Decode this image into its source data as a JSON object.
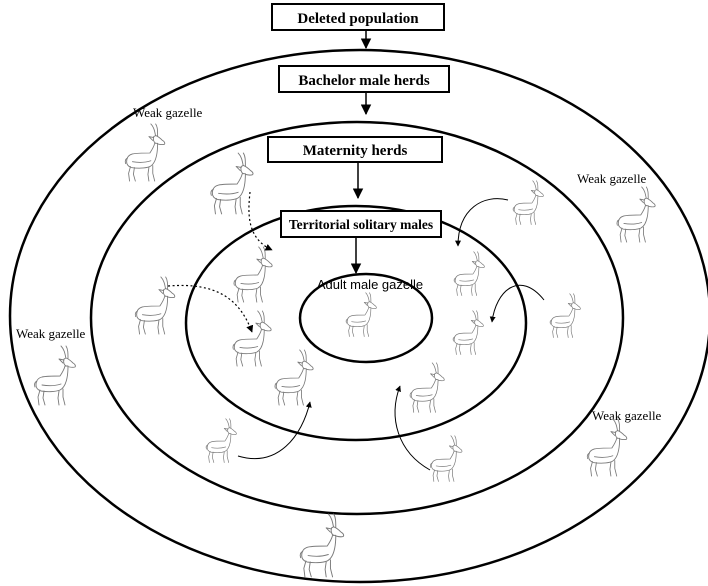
{
  "boxes": {
    "deleted_population": "Deleted population",
    "bachelor_male_herds": "Bachelor male herds",
    "maternity_herds": "Maternity herds",
    "territorial_solitary_males": "Territorial solitary males"
  },
  "center_label": "Adult male gazelle",
  "weak_labels": [
    "Weak gazelle",
    "Weak gazelle",
    "Weak gazelle",
    "Weak gazelle"
  ],
  "icons": {
    "gazelle": "gazelle-icon"
  }
}
